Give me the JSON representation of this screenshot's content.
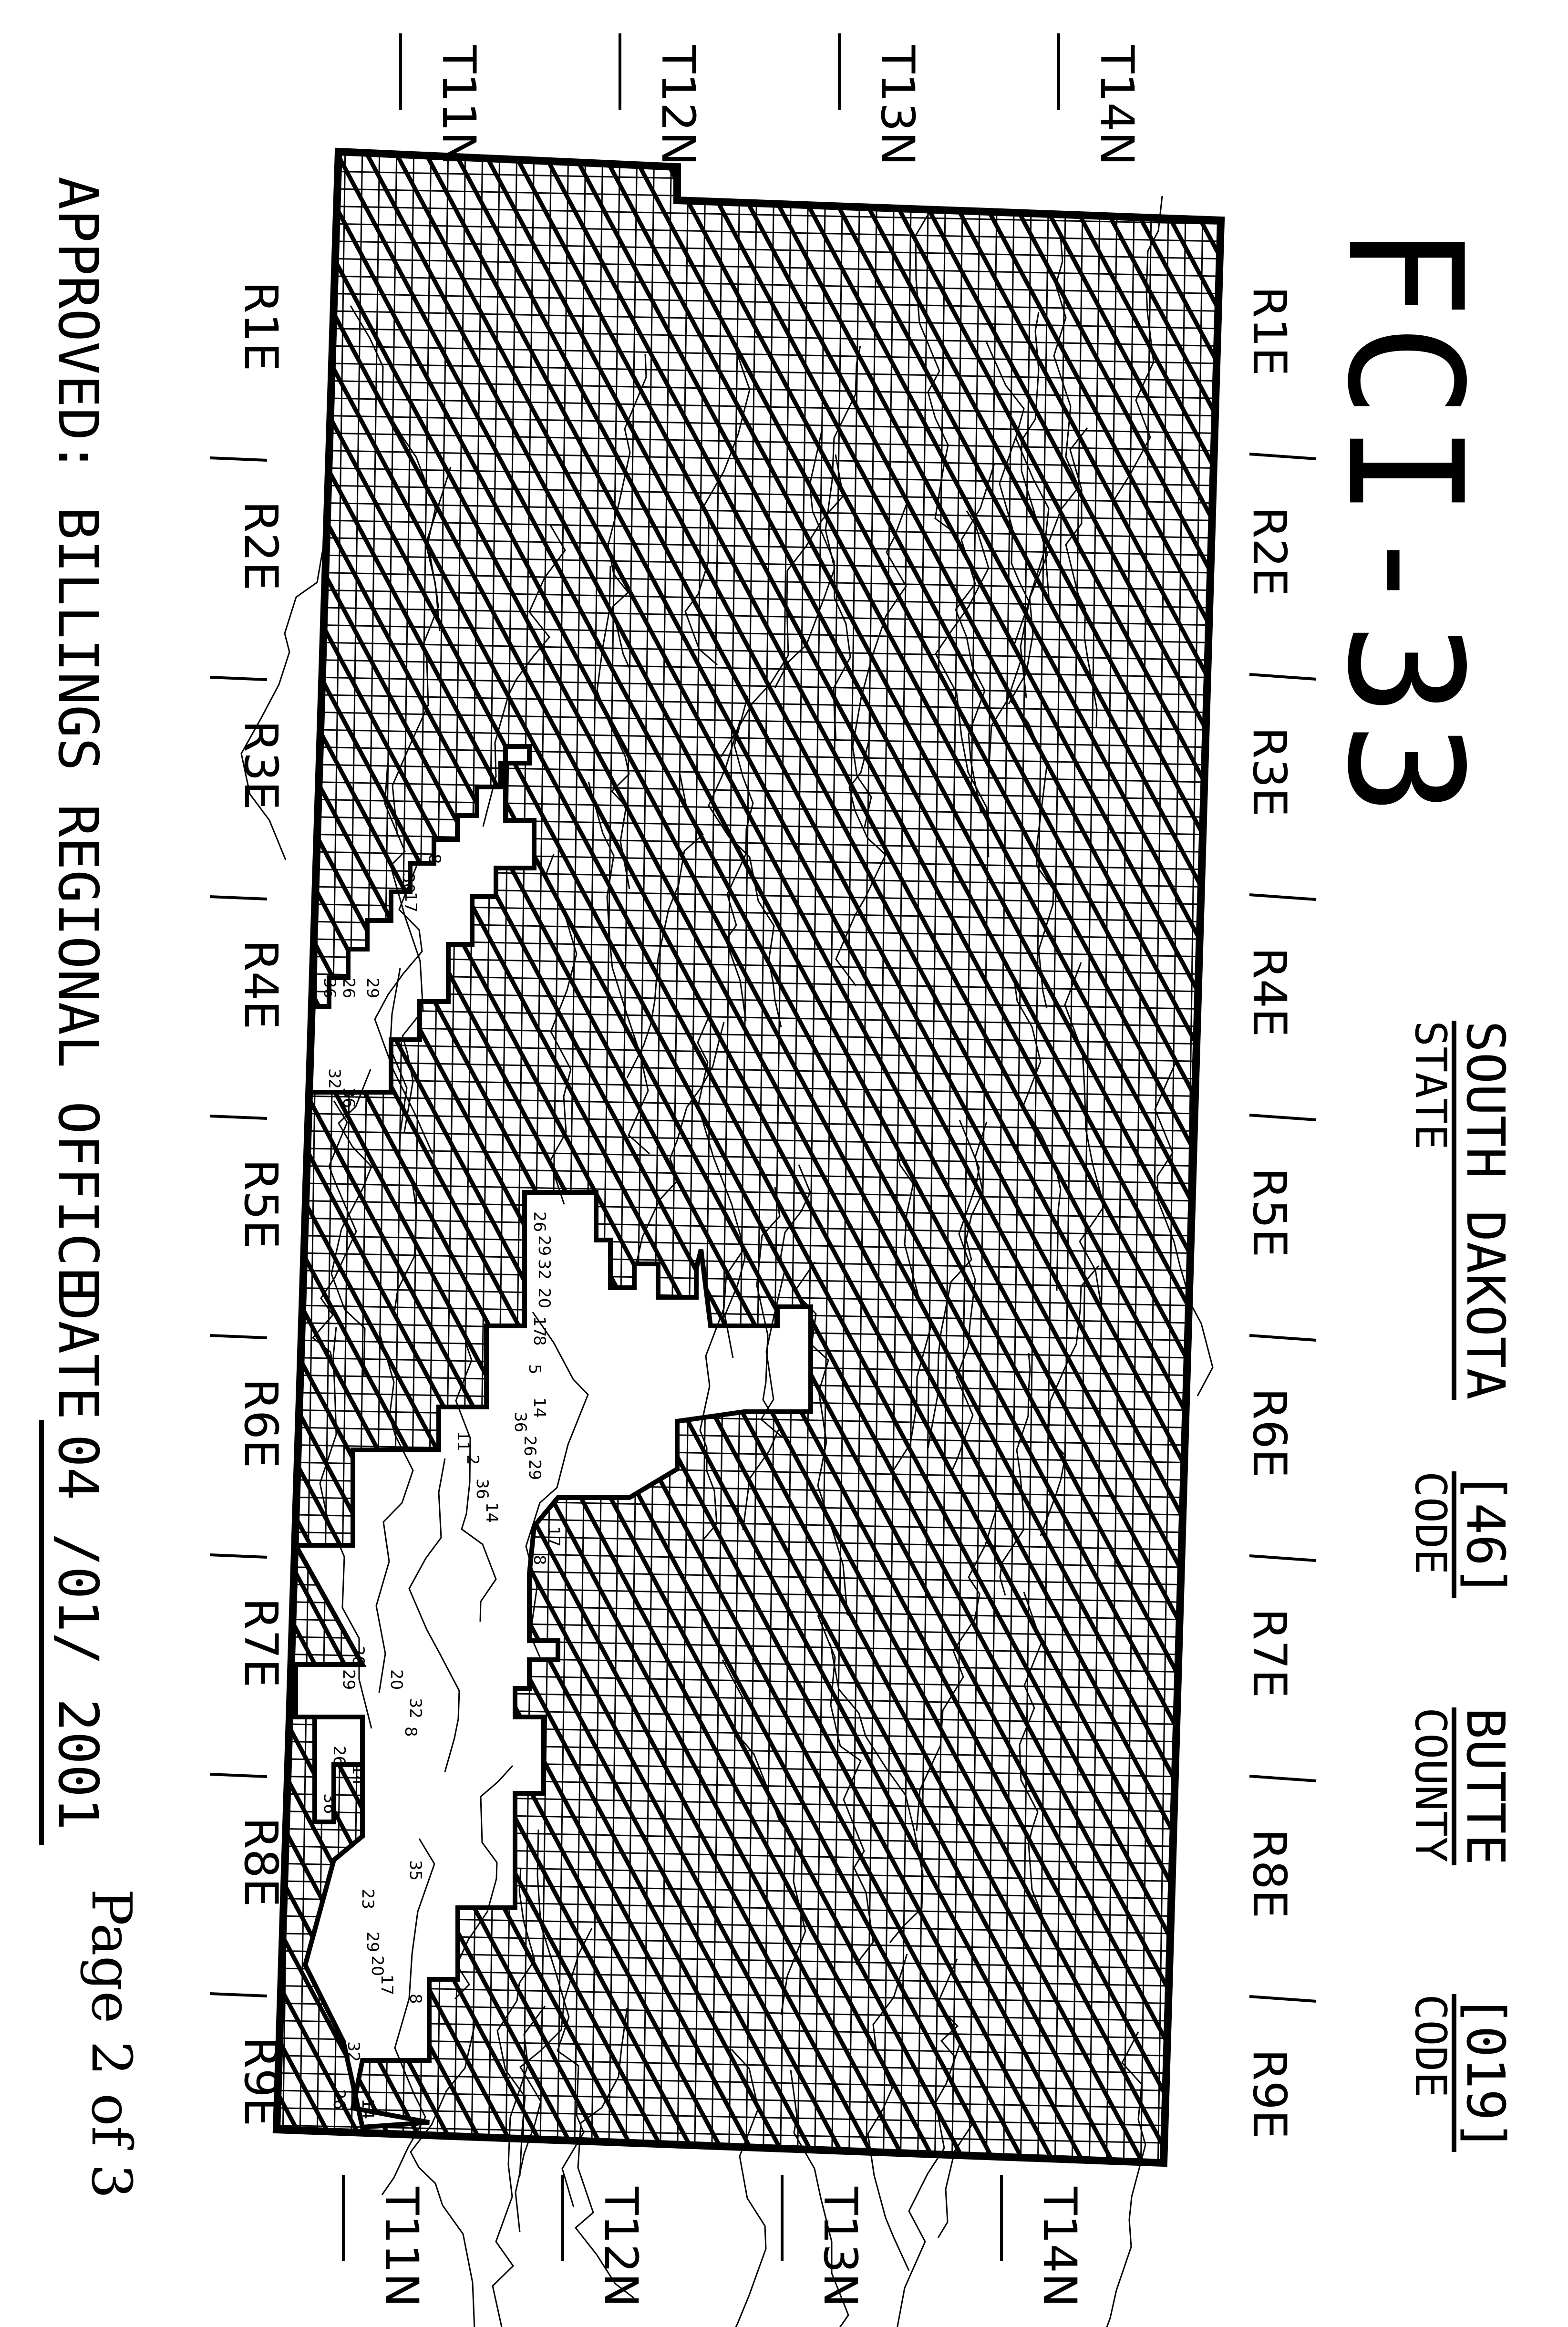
{
  "document": {
    "title": "FCI-33",
    "state_name": "SOUTH DAKOTA",
    "state_label": "STATE",
    "state_code": "[46]",
    "state_code_label": "CODE",
    "county_name": "BUTTE",
    "county_label": "COUNTY",
    "county_code": "[019]",
    "county_code_label": "CODE",
    "approved": "APPROVED: BILLINGS REGIONAL OFFICE",
    "date_label": "DATE",
    "date_value": "04 /01/ 2001",
    "page": "Page 2 of 3"
  },
  "map": {
    "ranges": [
      "R1E",
      "R2E",
      "R3E",
      "R4E",
      "R5E",
      "R6E",
      "R7E",
      "R8E",
      "R9E"
    ],
    "townships_top": [
      "T11N",
      "T12N",
      "T13N",
      "T14N"
    ],
    "townships_bottom": [
      "T11N",
      "T12N",
      "T13N",
      "T14N"
    ],
    "section_numbers": [
      "30",
      "17",
      "8",
      "36",
      "26",
      "29",
      "32",
      "36",
      "26",
      "29",
      "32",
      "20",
      "17",
      "8",
      "5",
      "14",
      "36",
      "26",
      "29",
      "11",
      "2",
      "36",
      "14",
      "17",
      "8",
      "30",
      "29",
      "20",
      "32",
      "36",
      "26",
      "14",
      "8",
      "35",
      "23",
      "29",
      "20",
      "17",
      "8",
      "32",
      "26",
      "14"
    ]
  }
}
